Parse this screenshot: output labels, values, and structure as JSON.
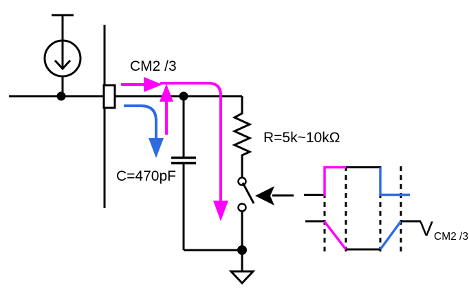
{
  "figure": {
    "type": "circuit-schematic-with-waveform",
    "colors": {
      "black": "#000000",
      "magenta": "#FF00FF",
      "blue": "#2D6BE4",
      "white": "#ffffff"
    },
    "labels": {
      "current": "CM2 /3",
      "resistor": "R=5k~10kΩ",
      "capacitor": "C=470pF",
      "waveform_main": "V",
      "waveform_sub": "CM2 /3"
    },
    "icons": {
      "current_source": "circle-with-down-arrow",
      "connector_pin": "small-rectangle-on-bus",
      "capacitor": "two-parallel-plates",
      "resistor": "zigzag",
      "switch": "open-switch-two-terminals",
      "ground": "open-down-triangle",
      "flow_arrows": [
        "magenta-right",
        "magenta-up",
        "magenta-down-long",
        "blue-down",
        "black-left-pointer"
      ]
    },
    "waveform": {
      "dashed_time_markers": 4,
      "top_trace": "pulse: low(black) rise(magenta) high(magenta,black) fall(blue) low(blue)",
      "bottom_trace": "inverted: high(black) ramp-down(magenta) low(black) ramp-up(blue) high(black)"
    }
  }
}
